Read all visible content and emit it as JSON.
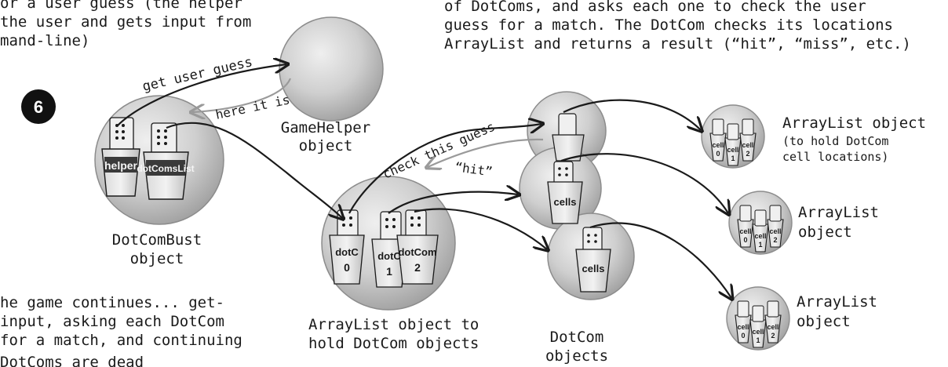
{
  "text": {
    "top_left_1": "or a user guess (the helper",
    "top_left_2": "the user and gets input from",
    "top_left_3": "mand-line)",
    "top_right_1": "of DotComs, and asks each one to check the user",
    "top_right_2": "guess for a match. The DotCom checks its locations",
    "top_right_3": "ArrayList and returns a result (“hit”, “miss”, etc.)",
    "bottom_left_1": "he game continues...  get-",
    "bottom_left_2": " input, asking each DotCom",
    "bottom_left_3": " for a match, and continuing",
    "bottom_left_4": "DotComs are dead"
  },
  "step_number": "6",
  "objects": {
    "gamehelper": {
      "label_1": "GameHelper",
      "label_2": "object"
    },
    "dotcombust": {
      "label_1": "DotComBust",
      "label_2": "object",
      "cup_1": "helper",
      "cup_2": "dotComsList"
    },
    "arraylist_main": {
      "label_1": "ArrayList object to",
      "label_2": "hold DotCom objects",
      "cup_1a": "dotC",
      "cup_1b": "0",
      "cup_2a": "dotC",
      "cup_2b": "1",
      "cup_3a": "dotCom",
      "cup_3b": "2"
    },
    "dotcoms": {
      "label_1": "DotCom",
      "label_2": "objects",
      "cup": "cells"
    },
    "arraylist_a": {
      "label_1": "ArrayList object",
      "label_2": "(to hold DotCom",
      "label_3": "cell locations)"
    },
    "arraylist_b": {
      "label_1": "ArrayList",
      "label_2": "object"
    },
    "arraylist_c": {
      "label_1": "ArrayList",
      "label_2": "object"
    },
    "cell_cups": {
      "c0": "cell",
      "n0": "0",
      "c1": "cell",
      "n1": "1",
      "c2": "cell",
      "n2": "2"
    }
  },
  "arrows": {
    "get_user_guess": "get user guess",
    "here_it_is": "here it is",
    "check_this_guess": "check this guess",
    "hit": "“hit”"
  },
  "colors": {
    "ink": "#1a1a1a",
    "bubble": "#c9c9c9",
    "bubble_edge": "#8c8c8c",
    "return_arrow": "#9a9a9a"
  }
}
